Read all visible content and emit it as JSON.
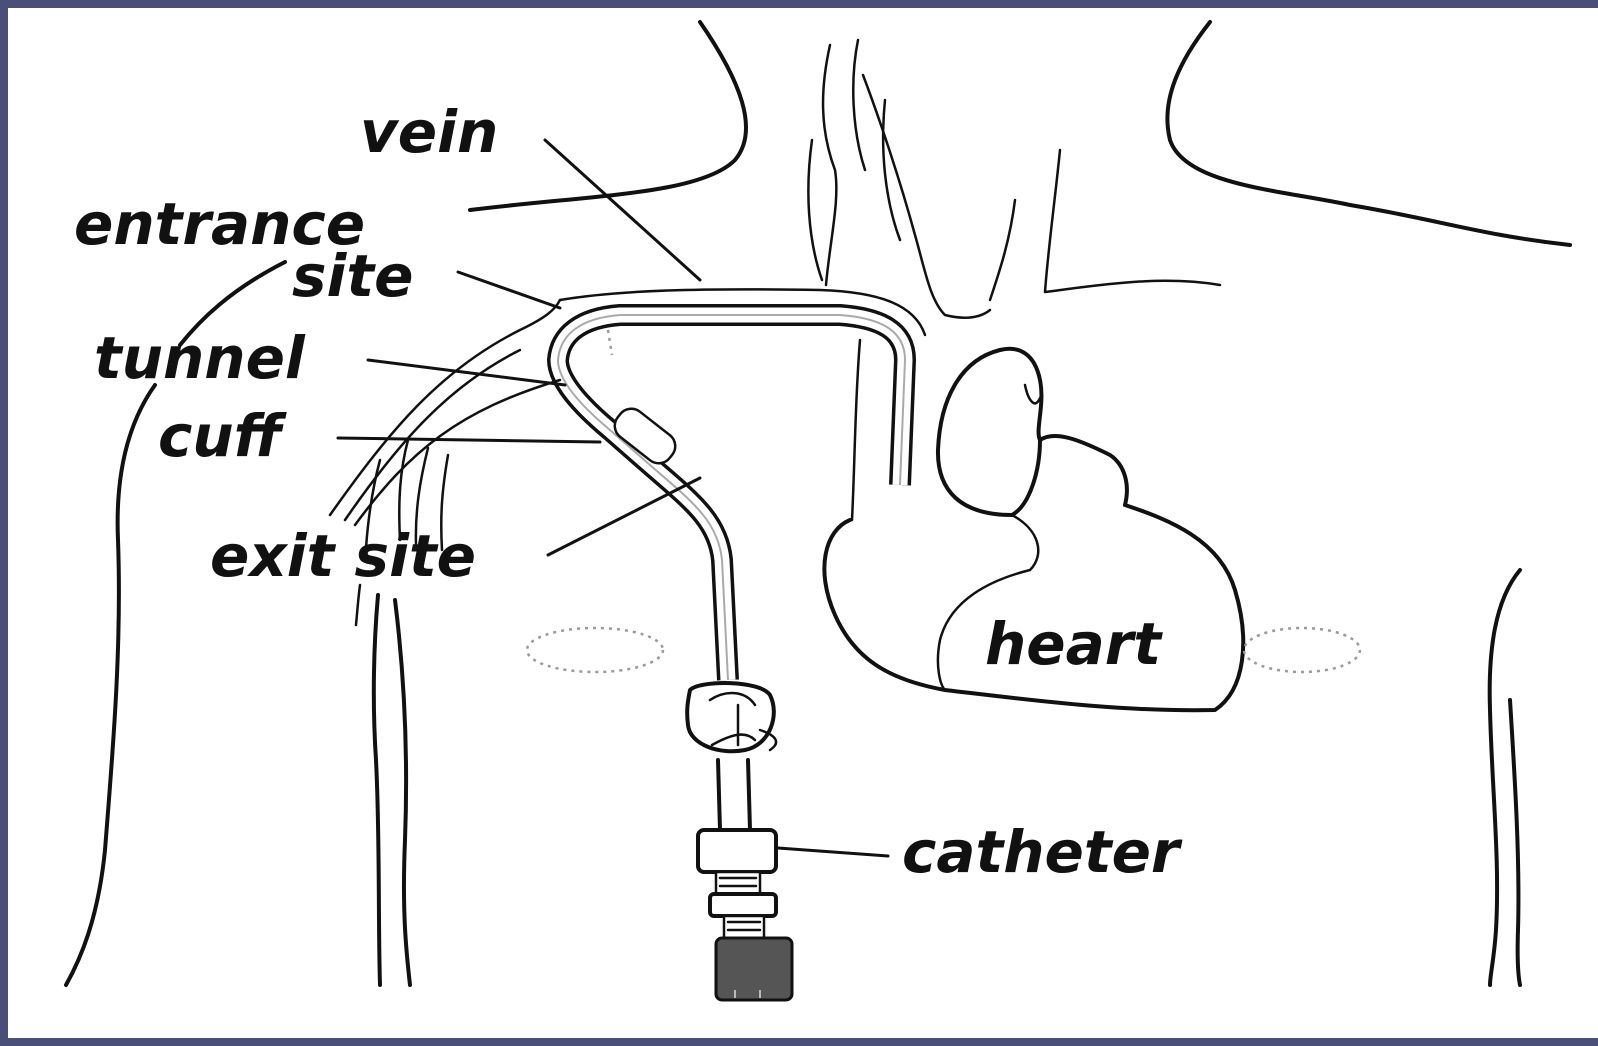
{
  "colors": {
    "frame_border": "#4a4f7a",
    "line": "#111111",
    "background": "#ffffff",
    "connector": "#555555"
  },
  "labels": {
    "vein": "vein",
    "entrance": "entrance",
    "site": "site",
    "tunnel": "tunnel",
    "cuff": "cuff",
    "exit_site": "exit site",
    "heart": "heart",
    "catheter": "catheter"
  }
}
